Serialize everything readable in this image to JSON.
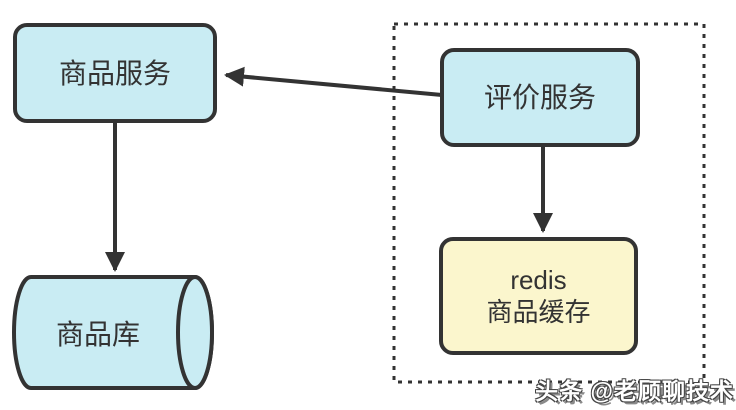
{
  "diagram": {
    "title": "product-review-cache-architecture",
    "nodes": {
      "product_service": {
        "label": "商品服务",
        "shape": "rounded-rect",
        "fill": "#c9ecf3"
      },
      "review_service": {
        "label": "评价服务",
        "shape": "rounded-rect",
        "fill": "#c9ecf3"
      },
      "redis_cache": {
        "label_line1": "redis",
        "label_line2": "商品缓存",
        "shape": "rounded-rect",
        "fill": "#fbf6cd"
      },
      "product_db": {
        "label": "商品库",
        "shape": "horizontal-cylinder",
        "fill": "#c9ecf3"
      }
    },
    "edges": [
      {
        "from": "review_service",
        "to": "product_service",
        "style": "solid-arrow"
      },
      {
        "from": "product_service",
        "to": "product_db",
        "style": "solid-arrow"
      },
      {
        "from": "review_service",
        "to": "redis_cache",
        "style": "solid-arrow"
      }
    ],
    "groups": [
      {
        "name": "review-subsystem",
        "style": "dotted-border",
        "contains": [
          "review_service",
          "redis_cache"
        ]
      }
    ],
    "colors": {
      "border": "#333333",
      "arrow": "#333333",
      "node_blue": "#c9ecf3",
      "node_yellow": "#fbf6cd",
      "background": "#ffffff"
    }
  },
  "watermark": {
    "text": "头条 @老顾聊技术"
  }
}
